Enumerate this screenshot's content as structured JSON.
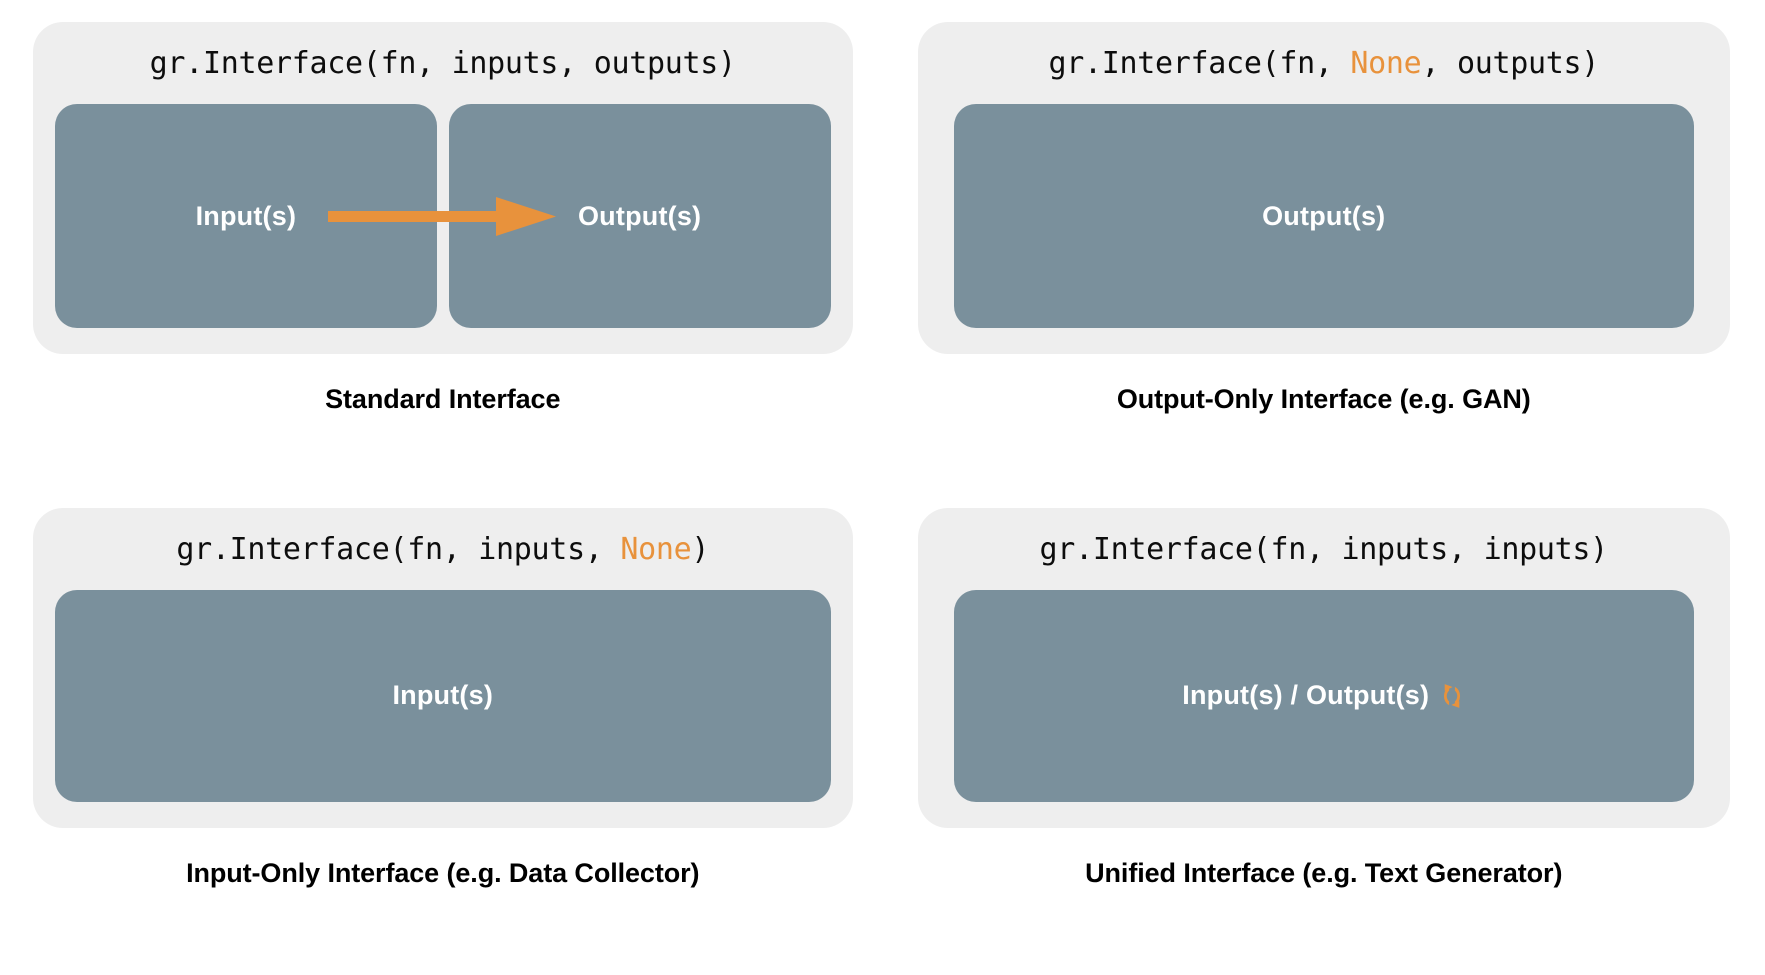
{
  "colors": {
    "page_background": "#ffffff",
    "card_background": "#eeeeee",
    "box_fill": "#7a909c",
    "box_label": "#ffffff",
    "accent_orange": "#e8923c",
    "code_text": "#0d0d0d",
    "caption_text": "#000000"
  },
  "panels": [
    {
      "id": "standard-interface",
      "code": {
        "prefix": "gr.Interface(fn, inputs, outputs)",
        "before": "gr.Interface(fn, ",
        "highlight": "",
        "after": "inputs, outputs)"
      },
      "boxes": [
        {
          "label": "Input(s)",
          "icon": ""
        },
        {
          "label": "Output(s)",
          "icon": ""
        }
      ],
      "arrow": "right-arrow-icon",
      "caption": "Standard Interface"
    },
    {
      "id": "output-only-interface",
      "code": {
        "prefix": "gr.Interface(fn, None, outputs)",
        "before": "gr.Interface(fn, ",
        "highlight": "None",
        "after": ", outputs)"
      },
      "boxes": [
        {
          "label": "Output(s)",
          "icon": ""
        }
      ],
      "arrow": "",
      "caption": "Output-Only Interface (e.g. GAN)"
    },
    {
      "id": "input-only-interface",
      "code": {
        "prefix": "gr.Interface(fn, inputs, None)",
        "before": "gr.Interface(fn, inputs, ",
        "highlight": "None",
        "after": ")"
      },
      "boxes": [
        {
          "label": "Input(s)",
          "icon": ""
        }
      ],
      "arrow": "",
      "caption": "Input-Only Interface (e.g. Data Collector)"
    },
    {
      "id": "unified-interface",
      "code": {
        "prefix": "gr.Interface(fn, inputs, inputs)",
        "before": "gr.Interface(fn, ",
        "highlight": "",
        "after": "inputs, inputs)"
      },
      "boxes": [
        {
          "label": "Input(s) / Output(s)",
          "icon": "sync-arrows-icon"
        }
      ],
      "arrow": "",
      "caption": "Unified Interface (e.g. Text Generator)"
    }
  ]
}
